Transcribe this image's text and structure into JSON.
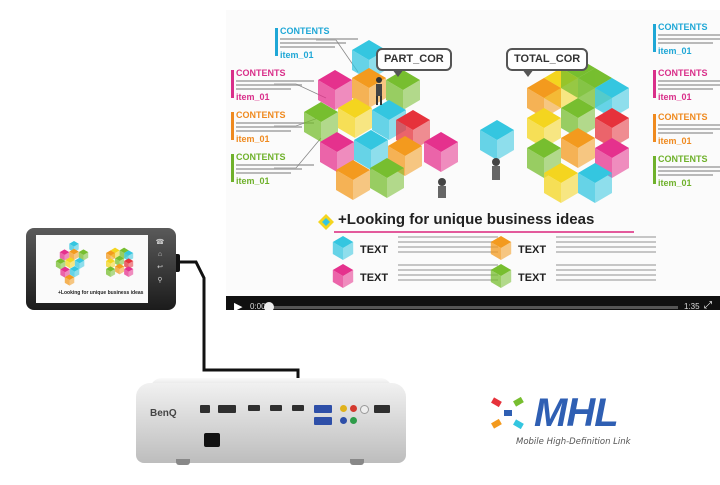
{
  "colors": {
    "cyan": "#34c6e0",
    "magenta": "#e5318d",
    "orange": "#f39a1e",
    "green": "#77be2f",
    "red": "#e6323b",
    "yellow": "#f4d51f",
    "mhl_blue": "#2f5fb3",
    "player_bar": "#101010"
  },
  "slide": {
    "left_items": [
      {
        "title": "CONTENTS",
        "sub": "item_01",
        "color": "#1fa7d6"
      },
      {
        "title": "CONTENTS",
        "sub": "item_01",
        "color": "#d92f8a"
      },
      {
        "title": "CONTENTS",
        "sub": "item_01",
        "color": "#ef8a1f"
      },
      {
        "title": "CONTENTS",
        "sub": "item_01",
        "color": "#6fb12b"
      }
    ],
    "right_items": [
      {
        "title": "CONTENTS",
        "sub": "item_01",
        "color": "#1fa7d6"
      },
      {
        "title": "CONTENTS",
        "sub": "item_01",
        "color": "#d92f8a"
      },
      {
        "title": "CONTENTS",
        "sub": "item_01",
        "color": "#ef8a1f"
      },
      {
        "title": "CONTENTS",
        "sub": "item_01",
        "color": "#6fb12b"
      }
    ],
    "callout_part": "PART_COR",
    "callout_total": "TOTAL_COR",
    "headline": "+Looking for unique business ideas",
    "text_blocks": [
      {
        "label": "TEXT",
        "cube": "#34c6e0"
      },
      {
        "label": "TEXT",
        "cube": "#f39a1e"
      },
      {
        "label": "TEXT",
        "cube": "#e5318d"
      },
      {
        "label": "TEXT",
        "cube": "#77be2f"
      }
    ]
  },
  "player": {
    "play_icon": "play-icon",
    "current_time": "0:00",
    "total_time": "1:35",
    "fullscreen_icon": "fullscreen-icon",
    "progress": 0.0
  },
  "phone": {
    "headline": "+Looking for unique business ideas"
  },
  "projector": {
    "brand": "BenQ"
  },
  "logo": {
    "wordmark": "MHL",
    "tagline": "Mobile High-Definition Link"
  }
}
